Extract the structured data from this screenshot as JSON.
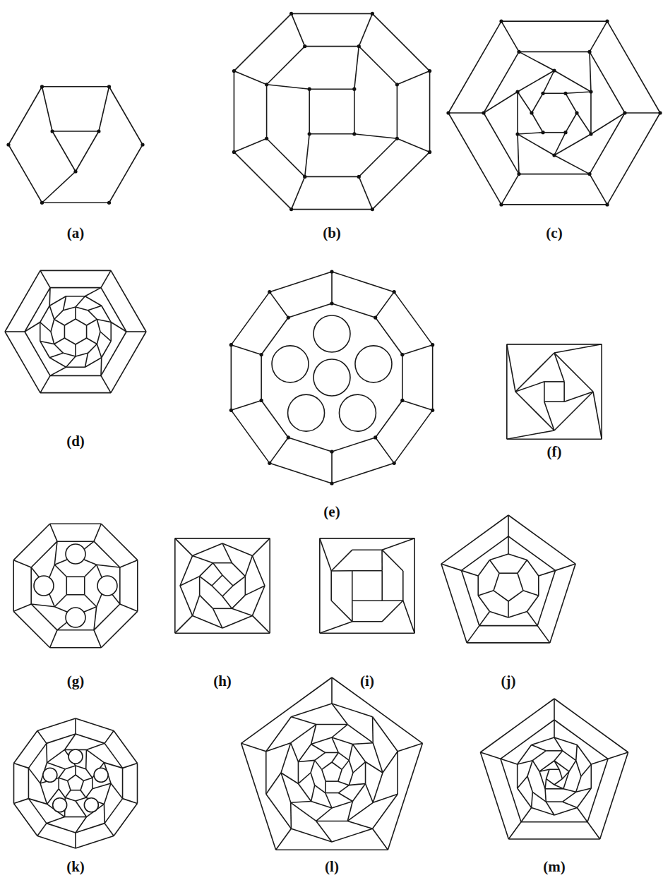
{
  "diagram": {
    "labels": [
      "(a)",
      "(b)",
      "(c)",
      "(d)",
      "(e)",
      "(f)",
      "(g)",
      "(h)",
      "(i)",
      "(j)",
      "(k)",
      "(l)",
      "(m)"
    ]
  }
}
